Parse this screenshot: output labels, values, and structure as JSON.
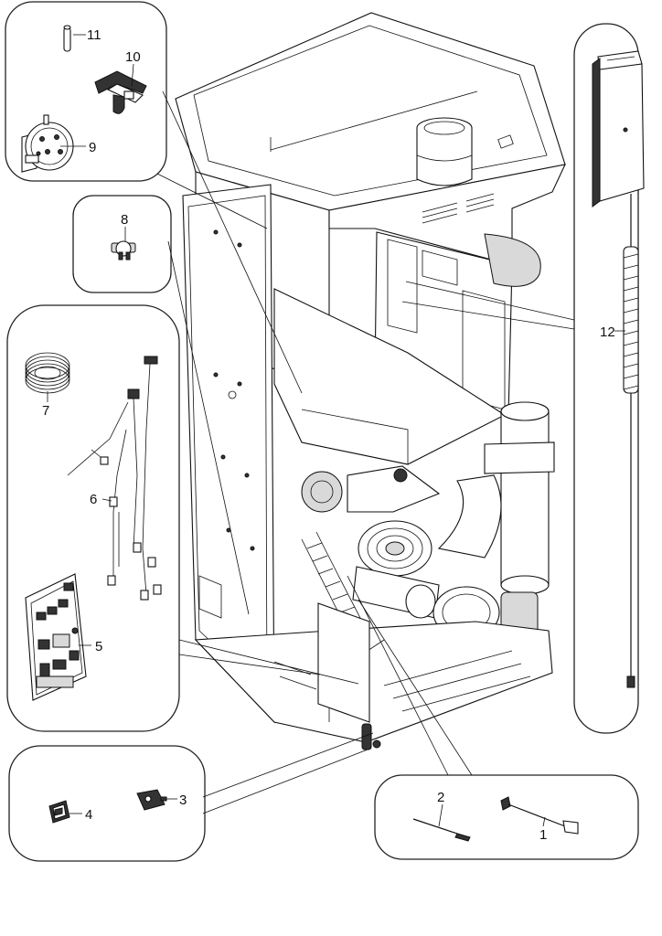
{
  "diagram": {
    "callouts": [
      {
        "id": "1",
        "label": "1"
      },
      {
        "id": "2",
        "label": "2"
      },
      {
        "id": "3",
        "label": "3"
      },
      {
        "id": "4",
        "label": "4"
      },
      {
        "id": "5",
        "label": "5"
      },
      {
        "id": "6",
        "label": "6"
      },
      {
        "id": "7",
        "label": "7"
      },
      {
        "id": "8",
        "label": "8"
      },
      {
        "id": "9",
        "label": "9"
      },
      {
        "id": "10",
        "label": "10"
      },
      {
        "id": "11",
        "label": "11"
      },
      {
        "id": "12",
        "label": "12"
      }
    ],
    "parts": [
      {
        "id": "1",
        "icon": "temperature-probe-cable-icon"
      },
      {
        "id": "2",
        "icon": "sensor-rod-icon"
      },
      {
        "id": "3",
        "icon": "connector-plug-icon"
      },
      {
        "id": "4",
        "icon": "rocker-switch-icon"
      },
      {
        "id": "5",
        "icon": "control-circuit-board-icon"
      },
      {
        "id": "6",
        "icon": "wiring-harness-icon"
      },
      {
        "id": "7",
        "icon": "coiled-cable-icon"
      },
      {
        "id": "8",
        "icon": "thermostat-icon"
      },
      {
        "id": "9",
        "icon": "pressure-switch-icon"
      },
      {
        "id": "10",
        "icon": "mounting-bracket-icon"
      },
      {
        "id": "11",
        "icon": "fuse-icon"
      },
      {
        "id": "12",
        "icon": "remote-control-probe-icon"
      }
    ]
  }
}
